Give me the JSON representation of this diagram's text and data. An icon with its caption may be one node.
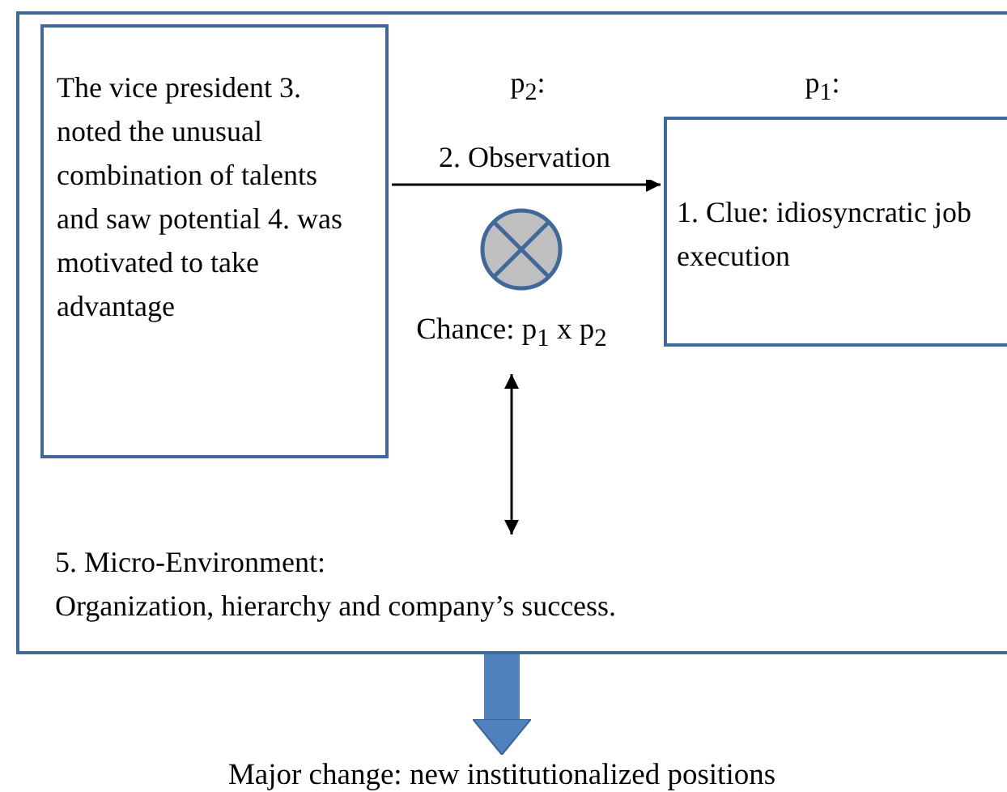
{
  "diagram": {
    "nodes": [
      {
        "text": [
          "5. Micro-Environment:",
          "Organization, hierarchy and company’s success."
        ]
      },
      {
        "text": [
          "The vice president 3. noted the unusual combination of talents and saw potential 4. was motivated to take advantage"
        ],
        "in": 0
      },
      {
        "text": [
          "1. Clue: idiosyncratic job execution"
        ],
        "in": 0,
        "beside": [
          "p$_{1}$:"
        ]
      },
      {
        "text": [],
        "shape": "circle",
        "in": 0
      },
      {
        "text": [
          "Chance: p$_{1}$ x p$_{2}$"
        ],
        "in": 0
      },
      {
        "text": [
          "Major change: new institutionalized positions"
        ]
      }
    ],
    "edges": [
      {
        "from": 1,
        "to": 2,
        "arrow": "to",
        "label": "2. Observation"
      },
      {
        "from": 4,
        "to": 0,
        "arrow": "both"
      },
      {
        "from": 0,
        "to": 5,
        "arrow": "to",
        "style": "thick",
        "color": "#4f81bd"
      }
    ],
    "labels": [
      "p$_{2}$:"
    ]
  }
}
